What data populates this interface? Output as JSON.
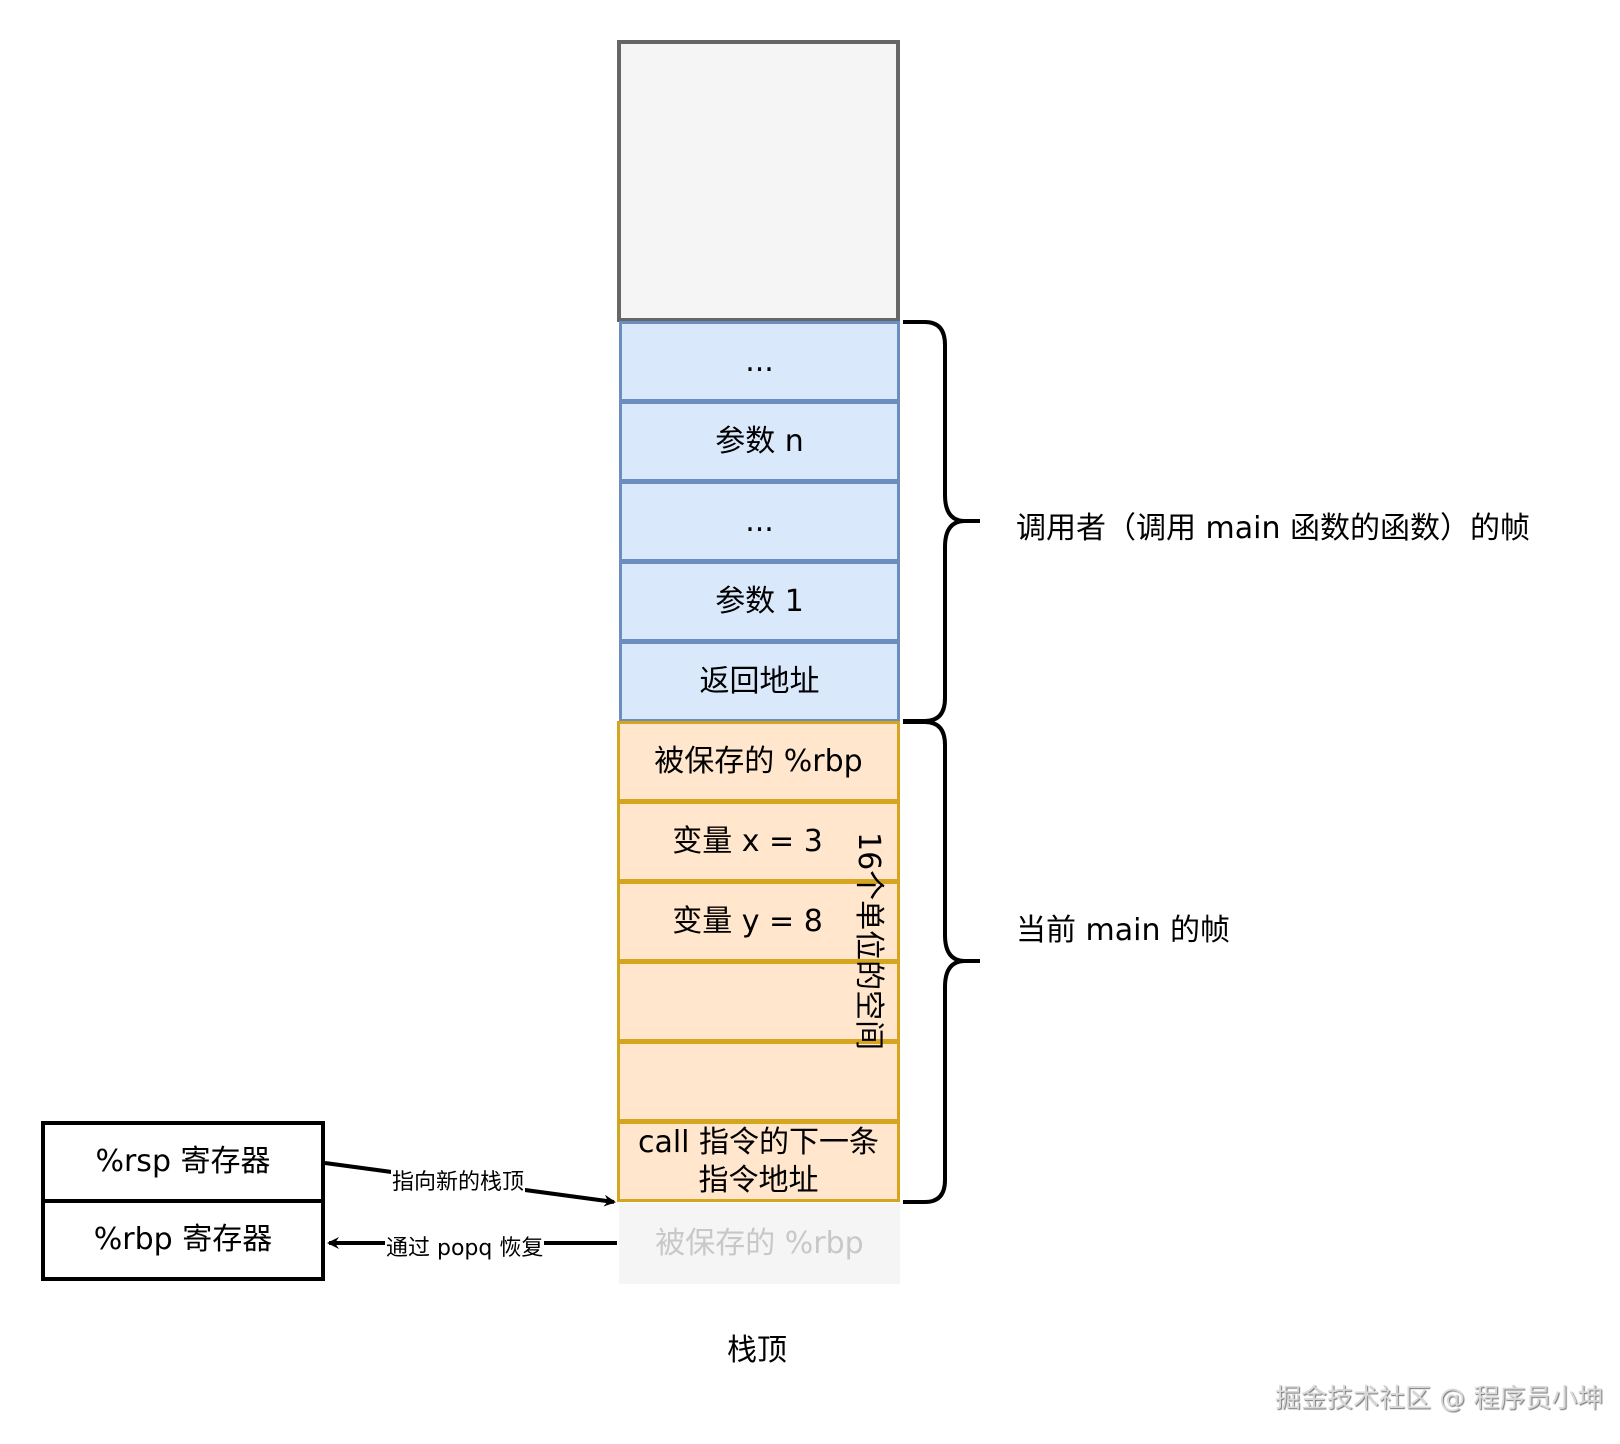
{
  "stack": {
    "caller_cells": [
      {
        "label": "..."
      },
      {
        "label": "参数 n"
      },
      {
        "label": "..."
      },
      {
        "label": "参数 1"
      },
      {
        "label": "返回地址"
      }
    ],
    "main_cells": [
      {
        "label": "被保存的 %rbp"
      },
      {
        "label": "变量 x = 3"
      },
      {
        "label": "变量 y = 8"
      },
      {
        "label": ""
      },
      {
        "label": ""
      },
      {
        "label": "call 指令的下一条\n指令地址"
      }
    ],
    "popped_cell": {
      "label": "被保存的 %rbp"
    },
    "space_annotation": "16个单位的空间",
    "bottom_label": "栈顶"
  },
  "braces": {
    "caller_frame": "调用者（调用 main 函数的函数）的帧",
    "main_frame": "当前 main 的帧"
  },
  "registers": {
    "rsp": "%rsp 寄存器",
    "rbp": "%rbp 寄存器"
  },
  "arrows": {
    "rsp_arrow": "指向新的栈顶",
    "rbp_arrow": "通过 popq 恢复"
  },
  "colors": {
    "caller_fill": "#dae8fc",
    "caller_stroke": "#6c8ebf",
    "main_fill": "#ffe6cc",
    "main_stroke": "#d6a520",
    "empty_fill": "#f5f5f5",
    "empty_stroke": "#666666"
  },
  "watermark": "掘金技术社区 @ 程序员小坤"
}
